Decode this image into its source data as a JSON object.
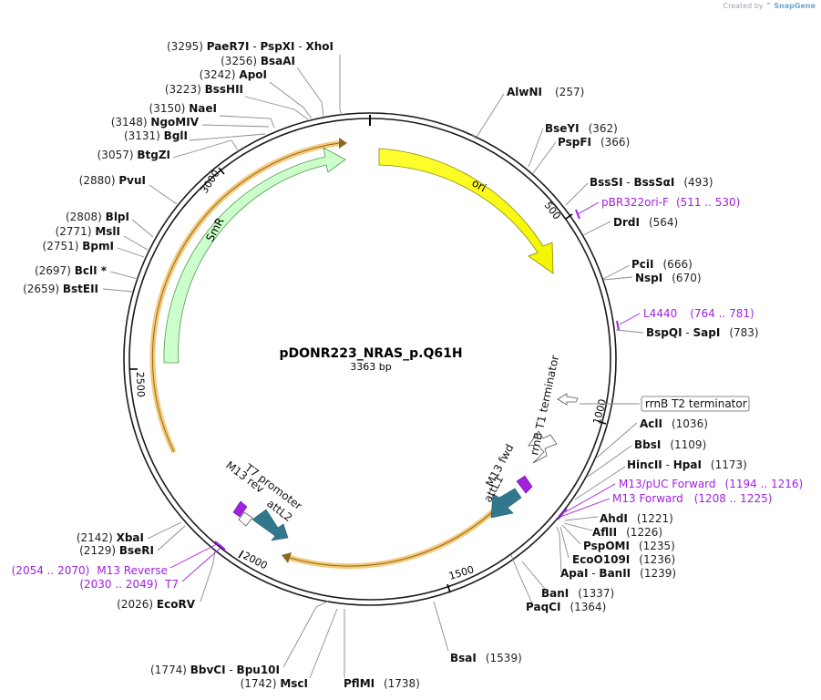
{
  "credit": {
    "prefix": "Created by",
    "brand": "SnapGene"
  },
  "plasmid": {
    "name": "pDONR223_NRAS_p.Q61H",
    "length": "3363 bp"
  },
  "ticks": [
    "500",
    "1000",
    "1500",
    "2000",
    "2500",
    "3000"
  ],
  "sites": [
    {
      "pos": "(3295)",
      "name": "PaeR7I",
      "sep": " - ",
      "name2": "PspXI",
      "sep2": " - ",
      "name3": "XhoI"
    },
    {
      "pos": "(3256)",
      "name": "BsaAI"
    },
    {
      "pos": "(3242)",
      "name": "ApoI"
    },
    {
      "pos": "(3223)",
      "name": "BssHII"
    },
    {
      "pos": "(3150)",
      "name": "NaeI"
    },
    {
      "pos": "(3148)",
      "name": "NgoMIV"
    },
    {
      "pos": "(3131)",
      "name": "BglI"
    },
    {
      "pos": "(3057)",
      "name": "BtgZI"
    },
    {
      "pos": "(2880)",
      "name": "PvuI"
    },
    {
      "pos": "(2808)",
      "name": "BlpI"
    },
    {
      "pos": "(2771)",
      "name": "MslI"
    },
    {
      "pos": "(2751)",
      "name": "BpmI"
    },
    {
      "pos": "(2697)",
      "name": "BclI *"
    },
    {
      "pos": "(2659)",
      "name": "BstEII"
    },
    {
      "pos": "(2142)",
      "name": "XbaI"
    },
    {
      "pos": "(2129)",
      "name": "BseRI"
    },
    {
      "pos": "(2026)",
      "name": "EcoRV"
    },
    {
      "pos": "(1774)",
      "name": "BbvCI",
      "sep": " - ",
      "name2": "Bpu10I"
    },
    {
      "pos": "(1742)",
      "name": "MscI"
    },
    {
      "name": "PflMI",
      "pos": "(1738)"
    },
    {
      "name": "BsaI",
      "pos": "(1539)"
    },
    {
      "name": "PaqCI",
      "pos": "(1364)"
    },
    {
      "name": "BanI",
      "pos": "(1337)"
    },
    {
      "name": "ApaI",
      "sep": " - ",
      "name2": "BanII",
      "pos": "(1239)"
    },
    {
      "name": "EcoO109I",
      "pos": "(1236)"
    },
    {
      "name": "PspOMI",
      "pos": "(1235)"
    },
    {
      "name": "AflII",
      "pos": "(1226)"
    },
    {
      "name": "AhdI",
      "pos": "(1221)"
    },
    {
      "name": "HincII",
      "sep": " - ",
      "name2": "HpaI",
      "pos": "(1173)"
    },
    {
      "name": "BbsI",
      "pos": "(1109)"
    },
    {
      "name": "AclI",
      "pos": "(1036)"
    },
    {
      "name": "BspQI",
      "sep": " - ",
      "name2": "SapI",
      "pos": "(783)"
    },
    {
      "name": "NspI",
      "pos": "(670)"
    },
    {
      "name": "PciI",
      "pos": "(666)"
    },
    {
      "name": "DrdI",
      "pos": "(564)"
    },
    {
      "name": "BssSI",
      "sep": " - ",
      "name2": "BssSαI",
      "pos": "(493)"
    },
    {
      "name": "PspFI",
      "pos": "(366)"
    },
    {
      "name": "BseYI",
      "pos": "(362)"
    },
    {
      "name": "AlwNI",
      "pos": "(257)"
    }
  ],
  "primers": [
    {
      "name": "pBR322ori-F",
      "range": "(511 .. 530)"
    },
    {
      "name": "L4440",
      "range": "(764 .. 781)"
    },
    {
      "name": "M13/pUC Forward",
      "range": "(1194 .. 1216)"
    },
    {
      "name": "M13 Forward",
      "range": "(1208 .. 1225)"
    },
    {
      "name": "M13 Reverse",
      "range": "(2054 .. 2070)"
    },
    {
      "name": "T7",
      "range": "(2030 .. 2049)"
    }
  ],
  "features": {
    "ori": "ori",
    "smr": "SmR",
    "rrnb_t1": "rrnB T1 terminator",
    "rrnb_t2": "rrnB T2 terminator",
    "m13_fwd": "M13 fwd",
    "attl1": "attL1",
    "t7_promoter": "T7 promoter",
    "m13_rev": "M13 rev",
    "attl2": "attL2"
  },
  "colors": {
    "backbone": "#1a1a1a",
    "ori": "#ffff00",
    "smr": "#ccffcc",
    "insert_highlight": "#f6c979",
    "attl": "#31788f",
    "primer": "#a021e0",
    "leader": "#8a8a8a"
  }
}
